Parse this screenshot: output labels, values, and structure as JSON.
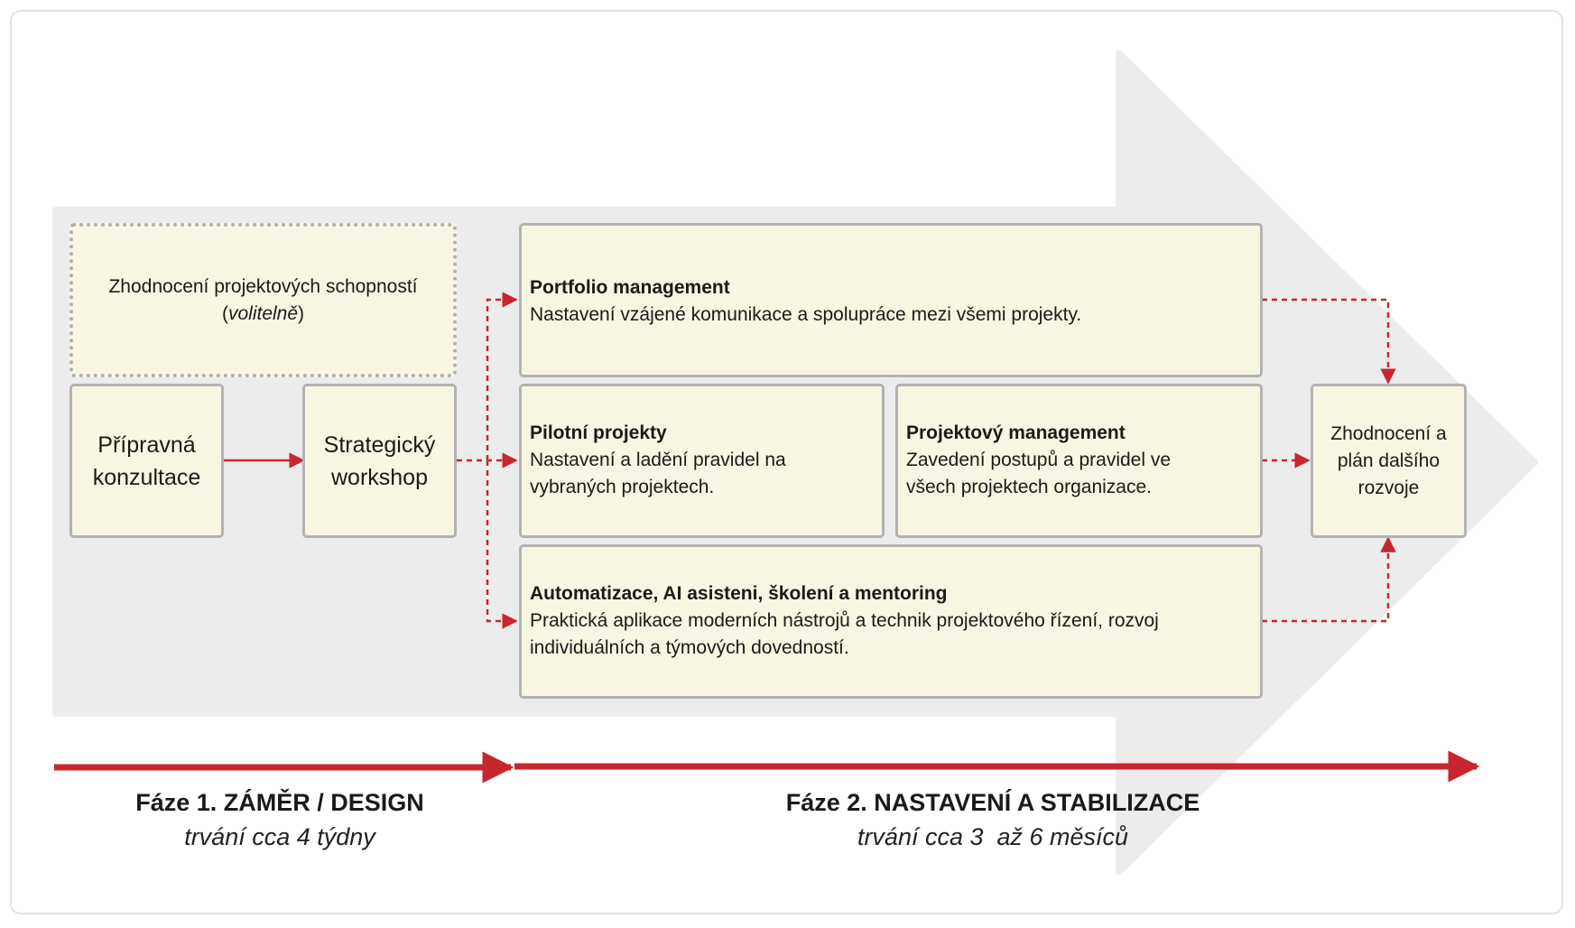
{
  "optional_box": {
    "line1": "Zhodnocení projektových schopností",
    "line2_open": "(",
    "line2_italic": "volitelně",
    "line2_close": ")"
  },
  "prep_box": {
    "line1": "Přípravná",
    "line2": "konzultace"
  },
  "workshop_box": {
    "line1": "Strategický",
    "line2": "workshop"
  },
  "portfolio": {
    "title": "Portfolio management",
    "text": "Nastavení vzájené komunikace a spolupráce mezi všemi projekty."
  },
  "pilot": {
    "title": "Pilotní projekty",
    "line1": "Nastavení a ladění pravidel na",
    "line2": "vybraných projektech."
  },
  "project_mgmt": {
    "title": "Projektový management",
    "line1": "Zavedení postupů a pravidel ve",
    "line2": "všech projektech organizace."
  },
  "automation": {
    "title": "Automatizace, AI asisteni, školení a mentoring",
    "line1": "Praktická aplikace moderních nástrojů a technik projektového řízení, rozvoj",
    "line2": "individuálních a týmových dovedností."
  },
  "evaluation_box": {
    "line1": "Zhodnocení a",
    "line2": "plán dalšího",
    "line3": "rozvoje"
  },
  "phase1": {
    "title": "Fáze 1. ZÁMĚR / DESIGN",
    "duration": "trvání cca 4 týdny"
  },
  "phase2": {
    "title": "Fáze 2. NASTAVENÍ A STABILIZACE",
    "duration": "trvání cca 3  až 6 měsíců"
  },
  "colors": {
    "accent": "#c8262e",
    "box_fill": "#f8f5e3",
    "box_border": "#b3b3b3",
    "arrow_bg": "#ececec"
  }
}
